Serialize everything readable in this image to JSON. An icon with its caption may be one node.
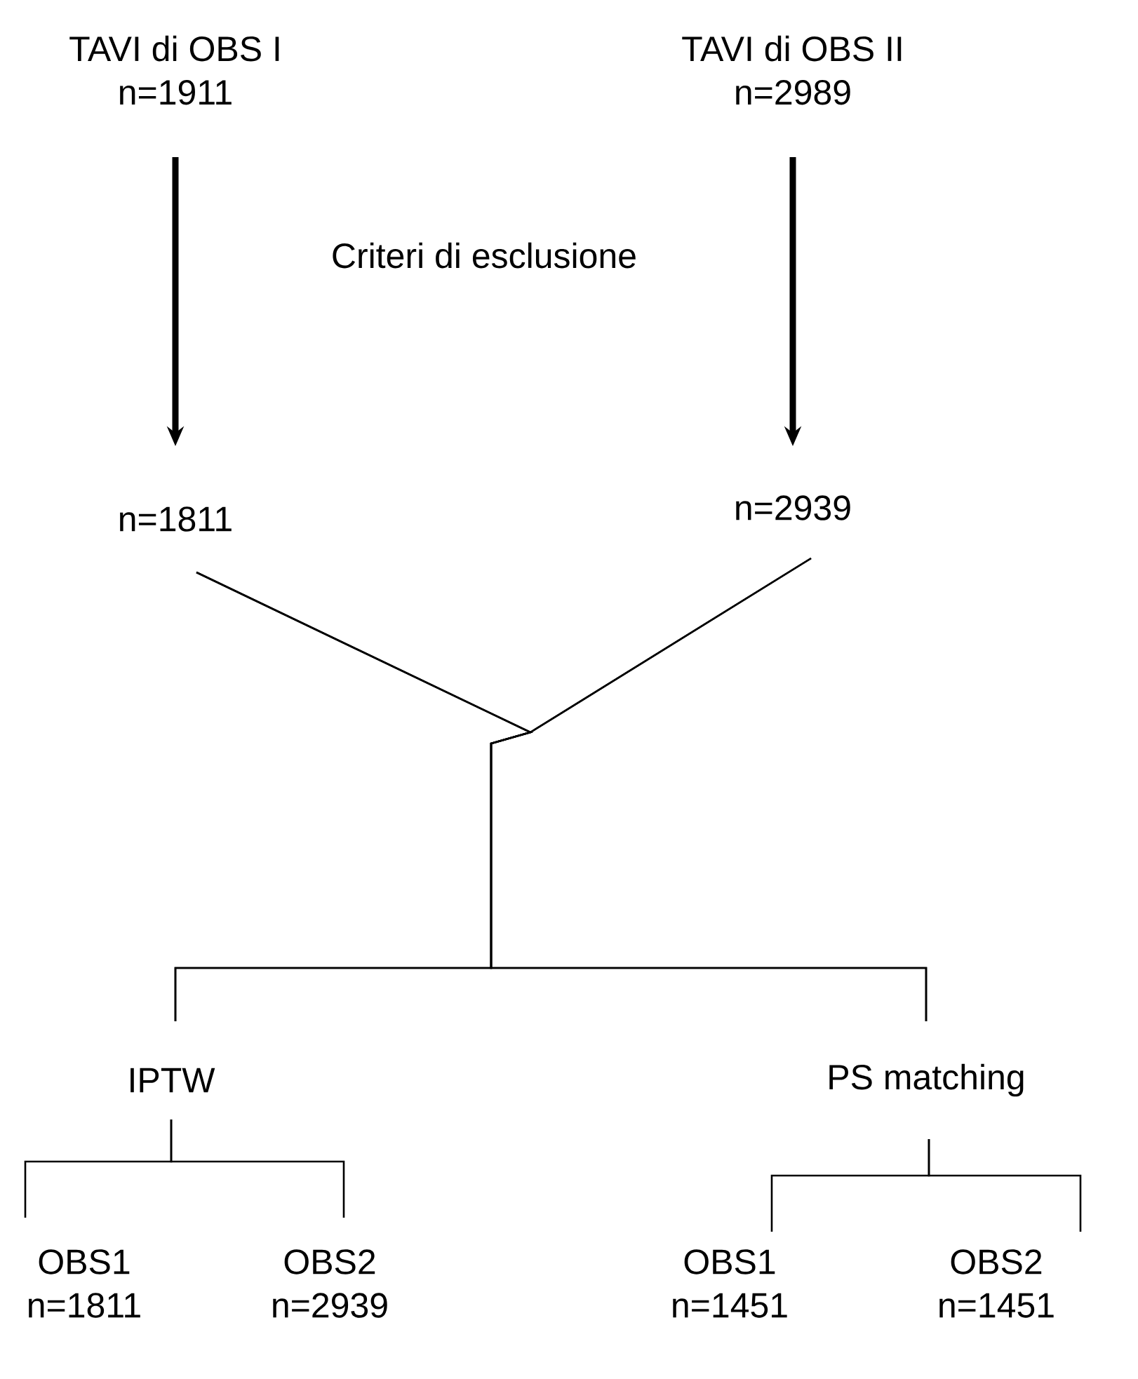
{
  "diagram": {
    "nodes": [
      {
        "text": [
          "TAVI di OBS I",
          "n=1911"
        ]
      },
      {
        "text": [
          "TAVI di OBS II",
          "n=2989"
        ]
      },
      {
        "text": [
          "n=1811"
        ]
      },
      {
        "text": [
          "n=2939"
        ]
      },
      {
        "text": [
          "IPTW"
        ]
      },
      {
        "text": [
          "PS matching"
        ]
      },
      {
        "text": [
          "OBS1",
          "n=1811"
        ]
      },
      {
        "text": [
          "OBS2",
          "n=2939"
        ]
      },
      {
        "text": [
          "OBS1",
          "n=1451"
        ]
      },
      {
        "text": [
          "OBS2",
          "n=1451"
        ]
      }
    ],
    "edges": [
      {
        "from": 0,
        "to": 2,
        "arrow": "to",
        "style": "thick"
      },
      {
        "from": 1,
        "to": 3,
        "arrow": "to",
        "style": "thick"
      },
      {
        "from": 2,
        "to": 4,
        "arrow": "none"
      },
      {
        "from": 2,
        "to": 5,
        "arrow": "none"
      },
      {
        "from": 3,
        "to": 4,
        "arrow": "none"
      },
      {
        "from": 3,
        "to": 5,
        "arrow": "none"
      },
      {
        "from": 4,
        "to": 6,
        "arrow": "none"
      },
      {
        "from": 4,
        "to": 7,
        "arrow": "none"
      },
      {
        "from": 5,
        "to": 8,
        "arrow": "none"
      },
      {
        "from": 5,
        "to": 9,
        "arrow": "none"
      }
    ],
    "labels": [
      "Criteri di esclusione"
    ]
  }
}
